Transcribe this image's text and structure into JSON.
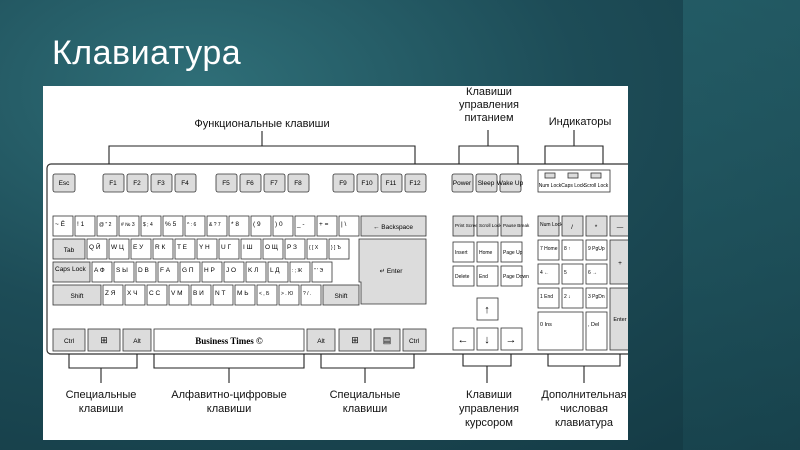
{
  "slide": {
    "title": "Клавиатура"
  },
  "labels": {
    "function_keys": "Функциональные клавиши",
    "power_keys": [
      "Клавиши",
      "управления",
      "питанием"
    ],
    "indicators": "Индикаторы",
    "special_keys_left": [
      "Специальные",
      "клавиши"
    ],
    "alphanumeric_keys": [
      "Алфавитно-цифровые",
      "клавиши"
    ],
    "special_keys_right": [
      "Специальные",
      "клавиши"
    ],
    "cursor_keys": [
      "Клавиши",
      "управления",
      "курсором"
    ],
    "numpad": [
      "Дополнительная",
      "числовая",
      "клавиатура"
    ]
  },
  "keys": {
    "esc": "Esc",
    "f": [
      "F1",
      "F2",
      "F3",
      "F4",
      "F5",
      "F6",
      "F7",
      "F8",
      "F9",
      "F10",
      "F11",
      "F12"
    ],
    "power": [
      "Power",
      "Sleep",
      "Wake Up"
    ],
    "indicators": [
      "Num Lock",
      "Caps Lock",
      "Scroll Lock"
    ],
    "nav_top": [
      "Print Screen",
      "Scroll Lock",
      "Pause Break"
    ],
    "nav_mid": [
      "Insert",
      "Home",
      "Page Up",
      "Delete",
      "End",
      "Page Down"
    ],
    "arrows": [
      "↑",
      "←",
      "↓",
      "→"
    ],
    "numpad": [
      "Num Lock",
      "/",
      "*",
      "—",
      "7 Home",
      "8 ↑",
      "9 PgUp",
      "+",
      "4 ←",
      "5",
      "6 →",
      "1 End",
      "2 ↓",
      "3 PgDn",
      "Enter",
      "0 Ins",
      ", Del"
    ],
    "row1": [
      "~ Ё",
      "! 1",
      "@ \" 2",
      "# № 3",
      "$ ; 4",
      "% 5",
      "^ : 6",
      "& ? 7",
      "* 8",
      "( 9",
      ") 0",
      "_ -",
      "+ =",
      "| \\",
      "← Backspace"
    ],
    "row2": [
      "Tab",
      "Q Й",
      "W Ц",
      "E У",
      "R К",
      "T Е",
      "Y Н",
      "U Г",
      "I Ш",
      "O Щ",
      "P З",
      "{ [ Х",
      "} ] Ъ"
    ],
    "row3": [
      "Caps Lock",
      "A Ф",
      "S Ы",
      "D В",
      "F А",
      "G П",
      "H Р",
      "J О",
      "K Л",
      "L Д",
      ": ; Ж",
      "\" ' Э",
      "↵ Enter"
    ],
    "row4": [
      "Shift",
      "Z Я",
      "X Ч",
      "C С",
      "V М",
      "B И",
      "N Т",
      "M Ь",
      "< , Б",
      "> . Ю",
      "? / .",
      "Shift"
    ],
    "row5": [
      "Ctrl",
      "⊞",
      "Alt",
      "Business Times ©",
      "Alt",
      "⊞",
      "▤",
      "Ctrl"
    ]
  }
}
